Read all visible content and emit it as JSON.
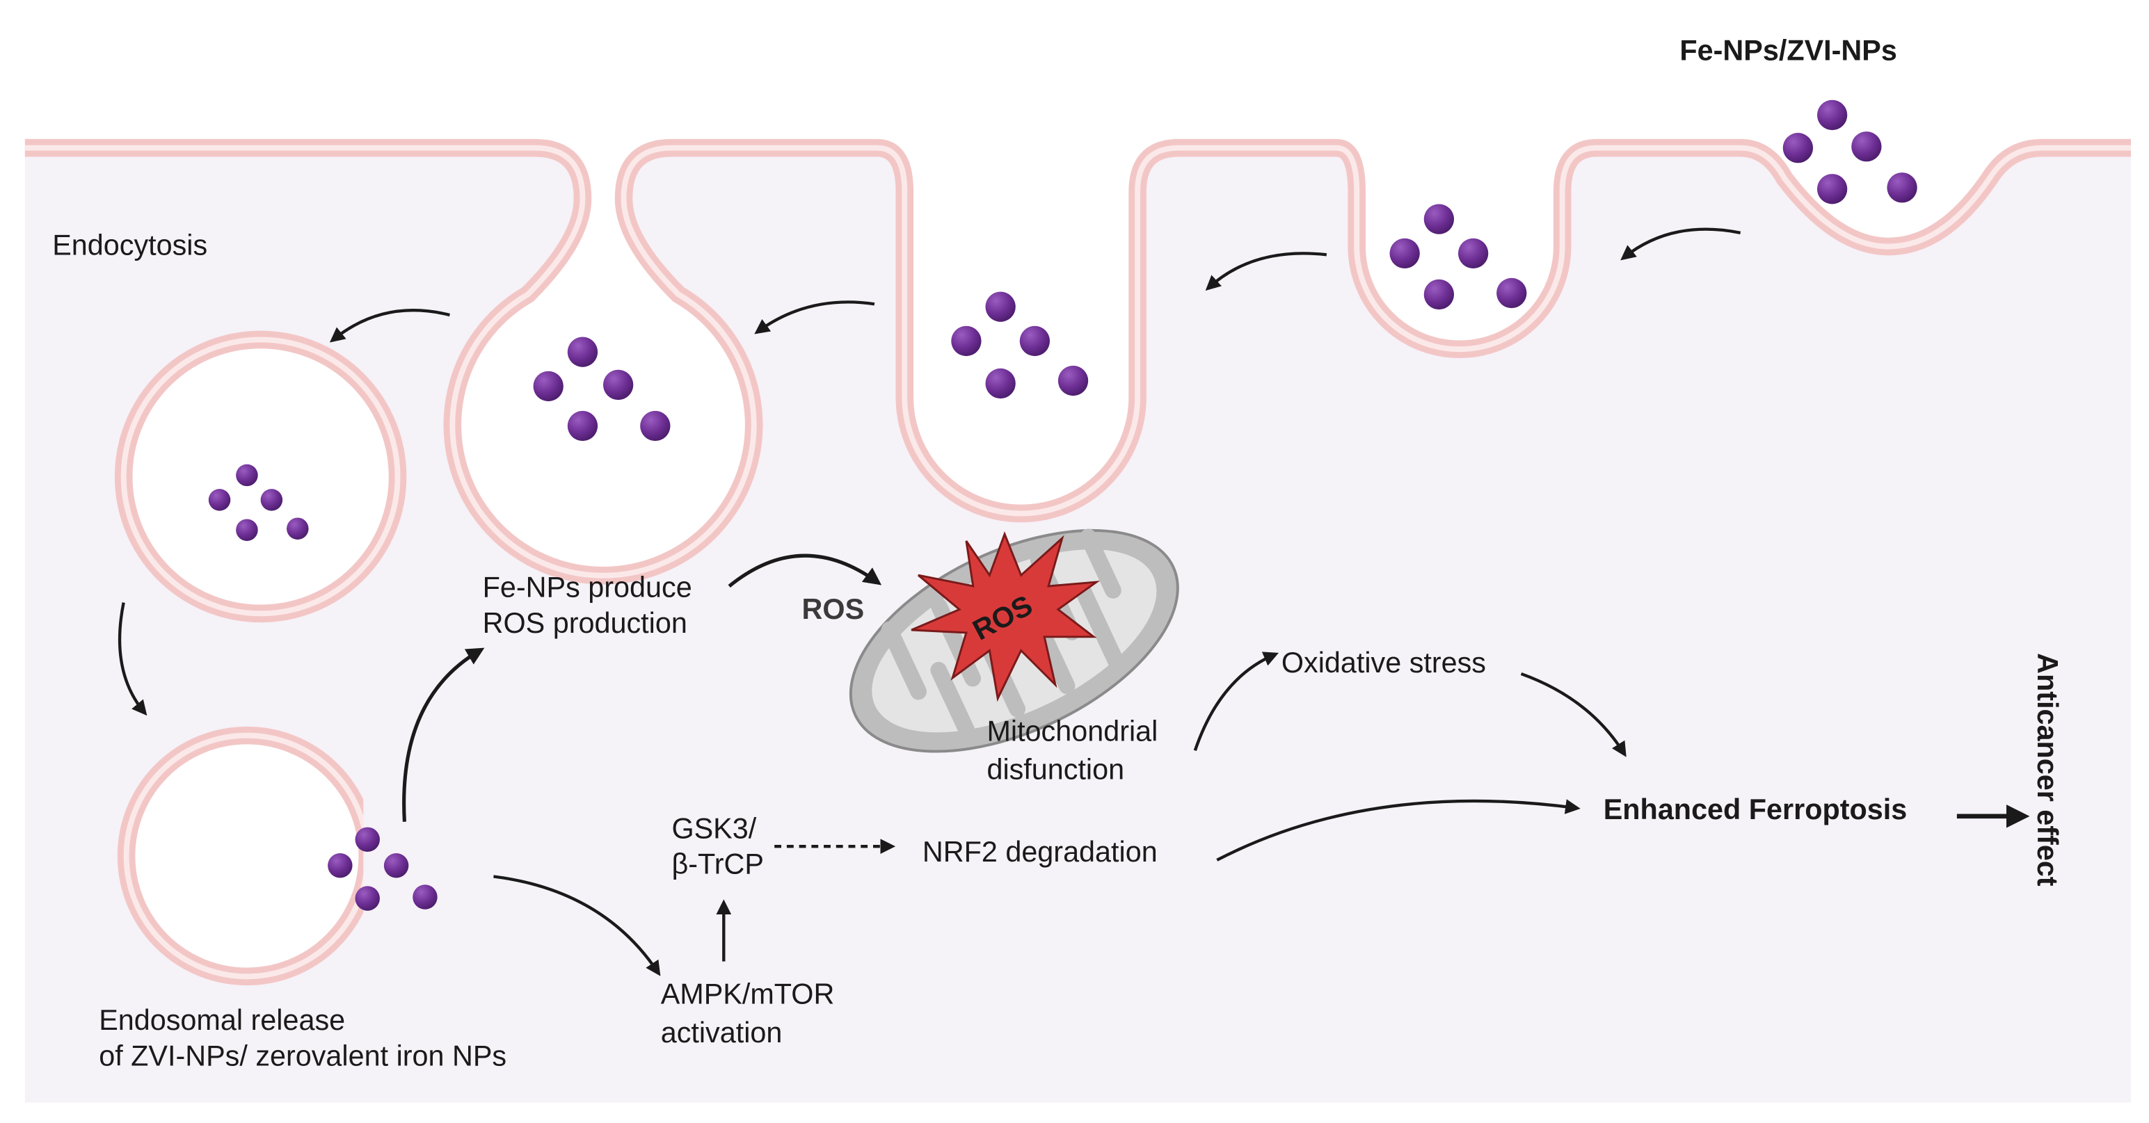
{
  "labels": {
    "top_title": "Fe-NPs/ZVI-NPs",
    "endocytosis": "Endocytosis",
    "fe_nps_line1": "Fe-NPs produce",
    "fe_nps_line2": "ROS production",
    "ros_faded": "ROS",
    "ros_star": "ROS",
    "mito_line1": "Mitochondrial",
    "mito_line2": "disfunction",
    "oxidative_stress": "Oxidative stress",
    "enhanced_ferroptosis": "Enhanced Ferroptosis",
    "anticancer_effect": "Anticancer effect",
    "gsk3_line1": "GSK3/",
    "gsk3_line2": "β-TrCP",
    "nrf2": "NRF2 degradation",
    "ampk_line1": "AMPK/mTOR",
    "ampk_line2": "activation",
    "endosomal_line1": "Endosomal release",
    "endosomal_line2": "of ZVI-NPs/ zerovalent iron NPs"
  },
  "colors": {
    "membrane": "#f3c6c6",
    "membrane_inner": "#fbe9e9",
    "cytoplasm": "#f5f2f8",
    "nanoparticle": "#6b2d92",
    "ros_star": "#d83a3a",
    "mitochondrion": "#bdbdbd"
  },
  "icons": {
    "nanoparticle": "purple-sphere",
    "mitochondrion": "mitochondrion",
    "ros": "red-starburst"
  }
}
